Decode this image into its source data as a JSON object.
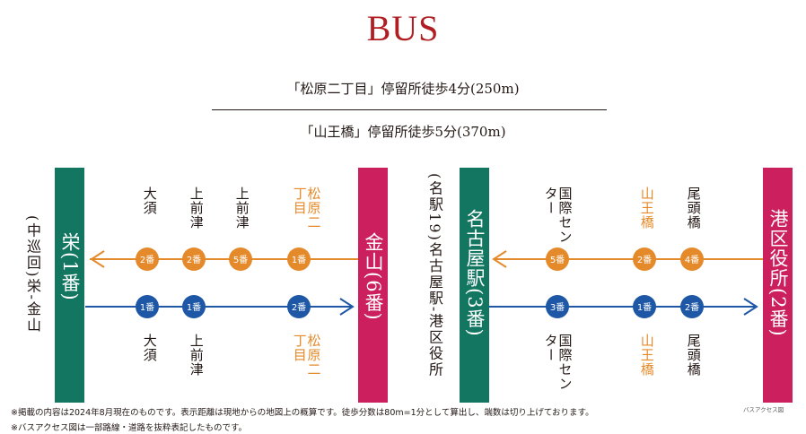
{
  "title": "BUS",
  "stops": {
    "line1": "「松原二丁目」停留所徒歩4分(250m)",
    "line2": "「山王橋」停留所徒歩5分(370m)"
  },
  "colors": {
    "title": "#b01e23",
    "green": "#127661",
    "magenta": "#cc1f5d",
    "orange": "#e58a2a",
    "blue": "#1d57a6"
  },
  "left_route": {
    "side_label": "(中巡回)栄-金山",
    "west_terminal": "栄(1番)",
    "east_terminal": "金山(6番)",
    "upper_stops": [
      {
        "name": "大須",
        "stand": "2番",
        "highlight": false
      },
      {
        "name": "上前津",
        "stand": "2番",
        "highlight": false
      },
      {
        "name": "上前津",
        "stand": "5番",
        "highlight": false
      },
      {
        "name": "松原二丁目",
        "stand": "1番",
        "highlight": true
      }
    ],
    "lower_stops": [
      {
        "name": "大須",
        "stand": "1番",
        "highlight": false
      },
      {
        "name": "上前津",
        "stand": "1番",
        "highlight": false
      },
      {
        "name": "松原二丁目",
        "stand": "2番",
        "highlight": true
      }
    ]
  },
  "right_route": {
    "side_label": "(名駅19)名古屋駅-港区役所",
    "west_terminal": "名古屋駅(3番)",
    "east_terminal": "港区役所(2番)",
    "upper_stops": [
      {
        "name": "国際センター",
        "stand": "5番",
        "highlight": false
      },
      {
        "name": "山王橋",
        "stand": "2番",
        "highlight": true
      },
      {
        "name": "尾頭橋",
        "stand": "4番",
        "highlight": false
      }
    ],
    "lower_stops": [
      {
        "name": "国際センター",
        "stand": "3番",
        "highlight": false
      },
      {
        "name": "山王橋",
        "stand": "1番",
        "highlight": true
      },
      {
        "name": "尾頭橋",
        "stand": "2番",
        "highlight": false
      }
    ]
  },
  "notes": {
    "note1": "※掲載の内容は2024年8月現在のものです。表示距離は現地からの地図上の概算です。徒歩分数は80m=1分として算出し、端数は切り上げております。",
    "note2": "※バスアクセス図は一部路線・道路を抜粋表記したものです。",
    "credit": "バスアクセス図"
  }
}
